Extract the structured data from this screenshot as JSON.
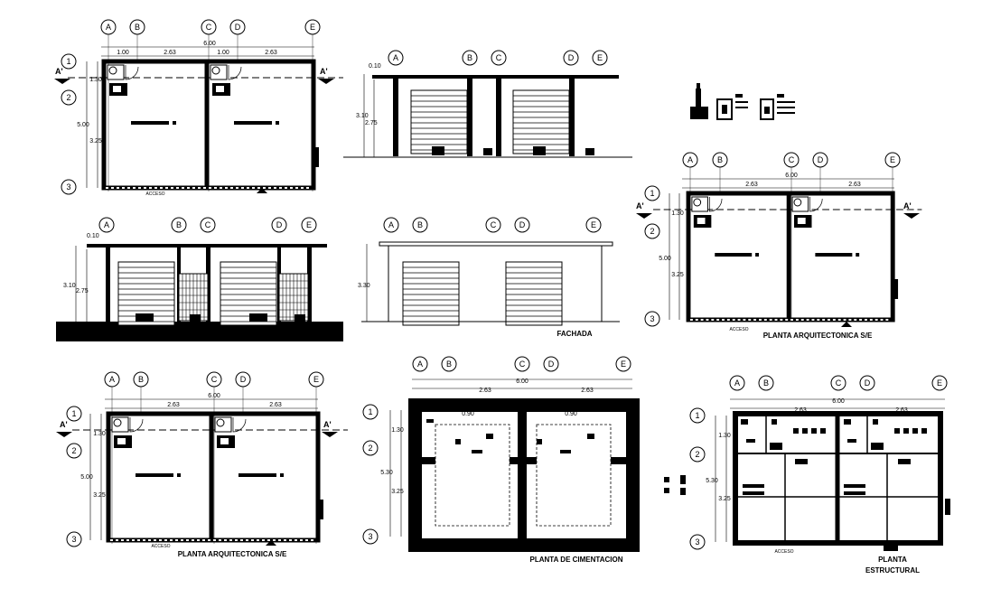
{
  "axes_x": [
    "A",
    "B",
    "C",
    "D",
    "E"
  ],
  "axes_y": [
    "1",
    "2",
    "3"
  ],
  "dims": {
    "total_width": "6.00",
    "seg_a": "0.10",
    "seg_b": "1.00",
    "seg_c": "2.63",
    "row_1": "1.30",
    "row_2": "3.25",
    "total_depth": "5.00",
    "total_depth_alt": "5.30",
    "parapet": "0.10",
    "height_total": "3.10",
    "height_door": "2.75",
    "height_facade": "3.30",
    "beam_span": "0.90"
  },
  "section_marker": "A'",
  "access_label": "ACCESO",
  "titles": {
    "plan_se": "PLANTA ARQUITECTONICA S/E",
    "facade": "FACHADA",
    "foundation": "PLANTA DE CIMENTACION",
    "structural_1": "PLANTA",
    "structural_2": "ESTRUCTURAL"
  }
}
